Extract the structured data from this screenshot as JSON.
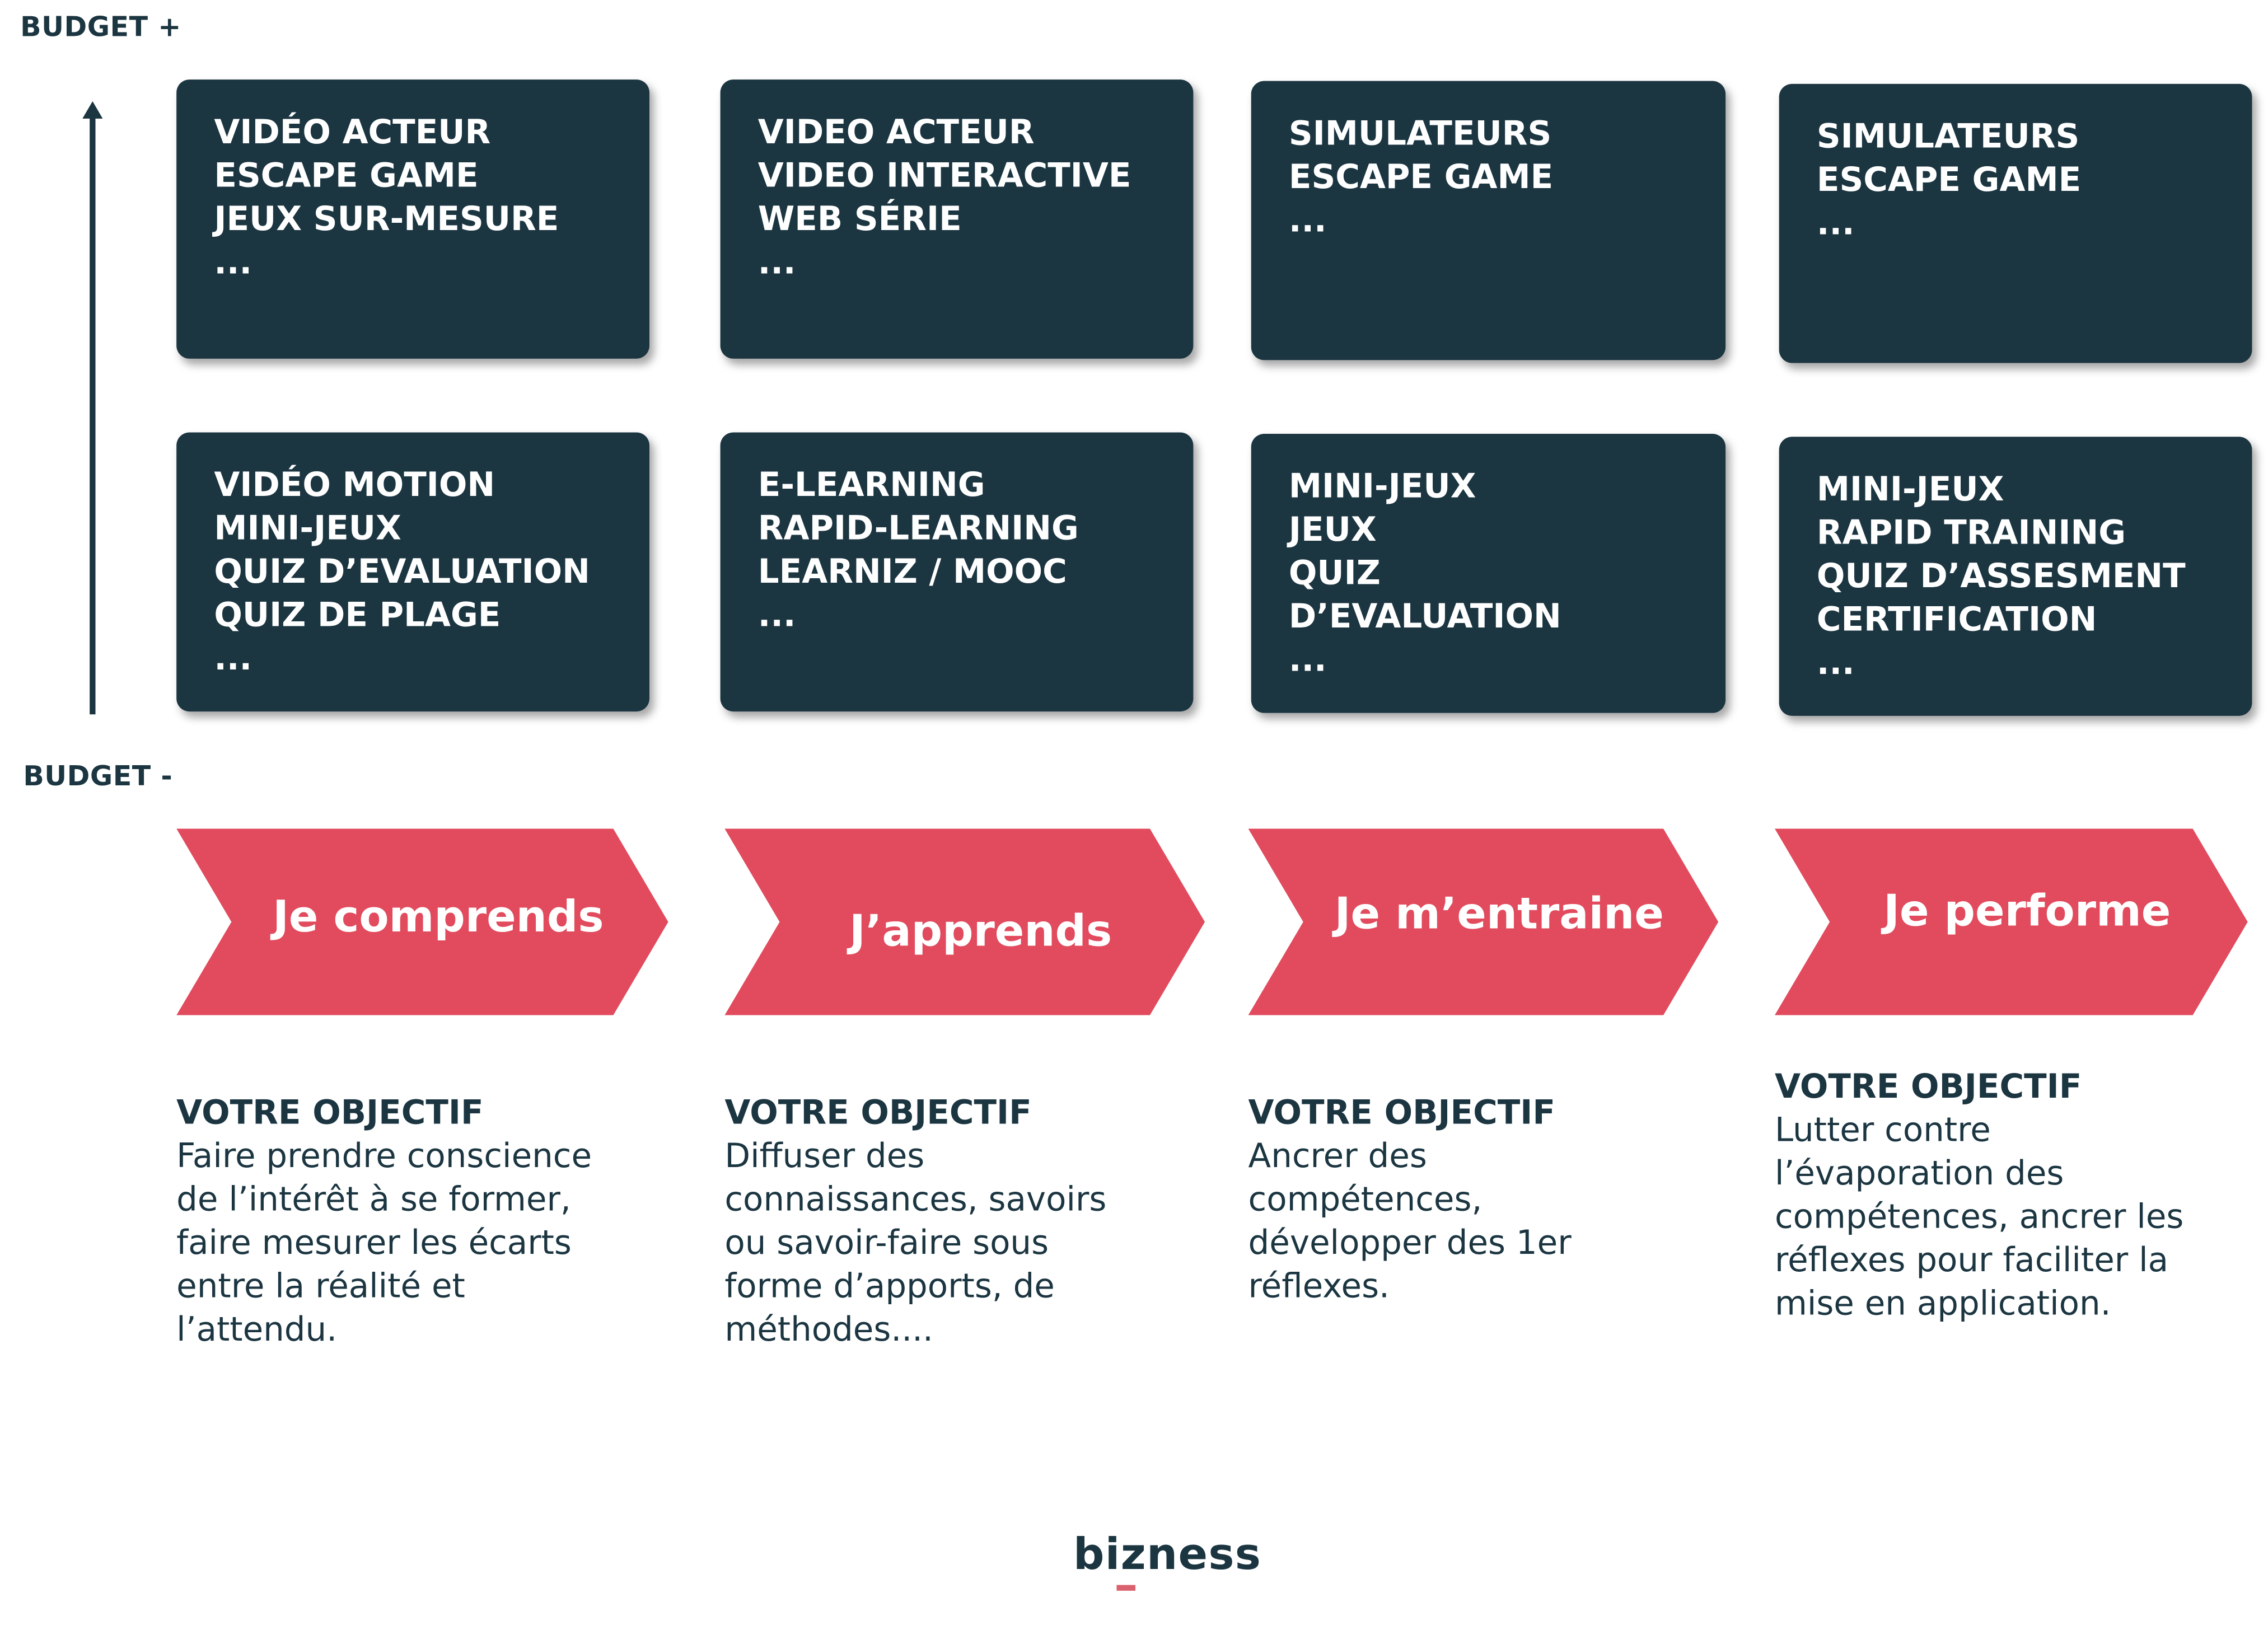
{
  "budget_high": "BUDGET +",
  "budget_low": "BUDGET -",
  "colors": {
    "dark": "#1b3541",
    "accent": "#e14b5d"
  },
  "columns": [
    {
      "top_box": [
        "VIDÉO ACTEUR",
        "ESCAPE GAME",
        "JEUX SUR-MESURE",
        "..."
      ],
      "bottom_box": [
        "VIDÉO MOTION",
        "MINI-JEUX",
        "QUIZ D’EVALUATION",
        "QUIZ DE PLAGE",
        "..."
      ],
      "step": "Je comprends",
      "objective_title": "VOTRE OBJECTIF",
      "objective_text": "Faire prendre conscience\nde l’intérêt à se former,\nfaire mesurer les écarts\nentre la réalité et\nl’attendu."
    },
    {
      "top_box": [
        "VIDEO ACTEUR",
        "VIDEO INTERACTIVE",
        "WEB SÉRIE",
        "..."
      ],
      "bottom_box": [
        "E-LEARNING",
        "RAPID-LEARNING",
        "LEARNIZ / MOOC",
        "..."
      ],
      "step": "J’apprends",
      "objective_title": "VOTRE OBJECTIF",
      "objective_text": "Diffuser des\nconnaissances, savoirs\nou savoir-faire sous\nforme d’apports, de\nméthodes...."
    },
    {
      "top_box": [
        "SIMULATEURS",
        "ESCAPE GAME",
        "..."
      ],
      "bottom_box": [
        "MINI-JEUX",
        "JEUX",
        "QUIZ",
        "D’EVALUATION",
        "..."
      ],
      "step": "Je m’entraine",
      "objective_title": "VOTRE OBJECTIF",
      "objective_text": "Ancrer des\ncompétences,\ndévelopper des 1er\nréflexes."
    },
    {
      "top_box": [
        "SIMULATEURS",
        "ESCAPE GAME",
        "..."
      ],
      "bottom_box": [
        "MINI-JEUX",
        "RAPID TRAINING",
        "QUIZ D’ASSESMENT",
        "CERTIFICATION",
        "..."
      ],
      "step": "Je performe",
      "objective_title": "VOTRE OBJECTIF",
      "objective_text": "Lutter contre\nl’évaporation des\ncompétences, ancrer les\nréflexes pour faciliter la\nmise en application."
    }
  ],
  "logo": "bizness"
}
